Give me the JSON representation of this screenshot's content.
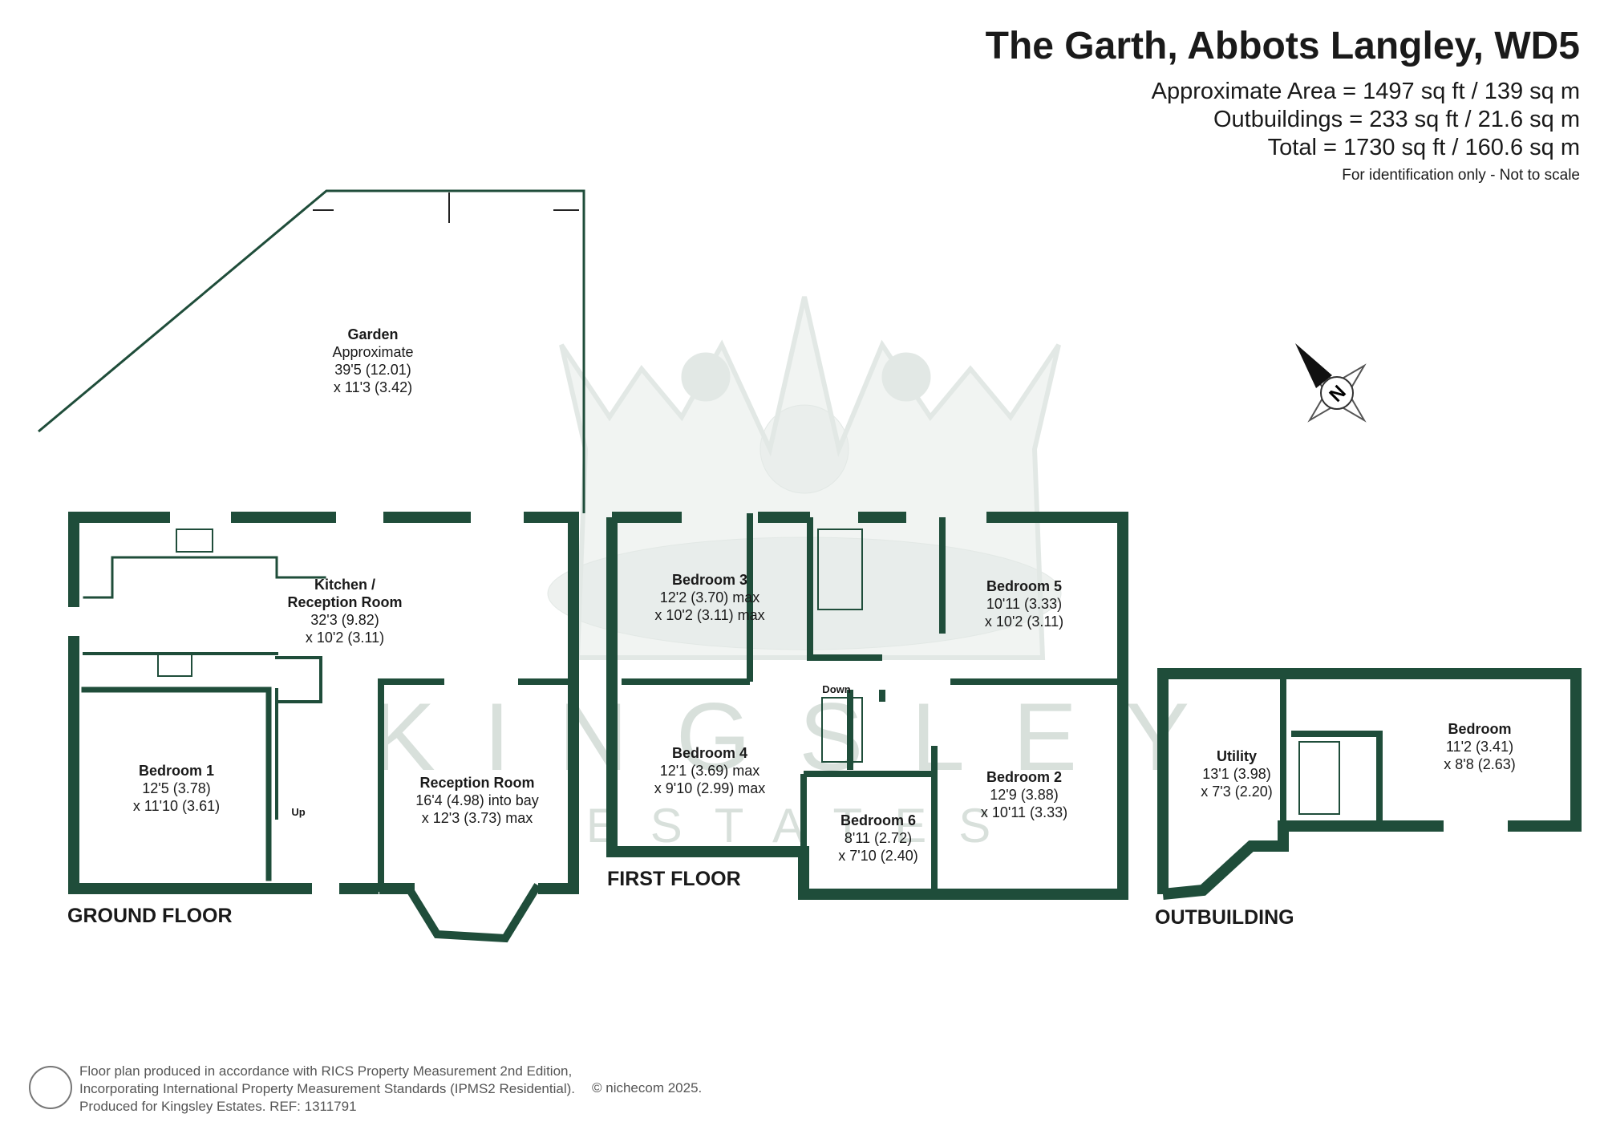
{
  "header": {
    "title": "The Garth, Abbots Langley, WD5",
    "approx_area": "Approximate Area = 1497 sq ft / 139 sq m",
    "outbuildings": "Outbuildings = 233 sq ft / 21.6 sq m",
    "total": "Total = 1730 sq ft / 160.6 sq m",
    "note": "For identification only - Not to scale"
  },
  "floors": {
    "ground": "GROUND FLOOR",
    "first": "FIRST FLOOR",
    "outbuilding": "OUTBUILDING"
  },
  "rooms": {
    "garden": {
      "name": "Garden",
      "l1": "Approximate",
      "l2": "39'5 (12.01)",
      "l3": "x 11'3 (3.42)"
    },
    "kitchen": {
      "name": "Kitchen /",
      "name2": "Reception Room",
      "l1": "32'3 (9.82)",
      "l2": "x 10'2 (3.11)"
    },
    "bedroom1": {
      "name": "Bedroom 1",
      "l1": "12'5 (3.78)",
      "l2": "x 11'10 (3.61)"
    },
    "reception": {
      "name": "Reception Room",
      "l1": "16'4 (4.98) into bay",
      "l2": "x 12'3 (3.73) max"
    },
    "bedroom3": {
      "name": "Bedroom 3",
      "l1": "12'2 (3.70) max",
      "l2": "x 10'2 (3.11) max"
    },
    "bedroom5": {
      "name": "Bedroom 5",
      "l1": "10'11 (3.33)",
      "l2": "x 10'2 (3.11)"
    },
    "bedroom4": {
      "name": "Bedroom 4",
      "l1": "12'1 (3.69) max",
      "l2": "x 9'10 (2.99) max"
    },
    "bedroom2": {
      "name": "Bedroom 2",
      "l1": "12'9 (3.88)",
      "l2": "x 10'11 (3.33)"
    },
    "bedroom6": {
      "name": "Bedroom 6",
      "l1": "8'11 (2.72)",
      "l2": "x 7'10 (2.40)"
    },
    "utility": {
      "name": "Utility",
      "l1": "13'1 (3.98)",
      "l2": "x 7'3 (2.20)"
    },
    "bedroom_out": {
      "name": "Bedroom",
      "l1": "11'2 (3.41)",
      "l2": "x 8'8 (2.63)"
    }
  },
  "stairs": {
    "up": "Up",
    "down": "Down"
  },
  "compass": {
    "label": "N"
  },
  "footer": {
    "line1": "Floor plan produced in accordance with RICS Property Measurement 2nd Edition,",
    "line2": "Incorporating International Property Measurement Standards (IPMS2 Residential).",
    "line3": "Produced for Kingsley Estates.   REF:  1311791",
    "copyright": "© nichecom 2025."
  },
  "watermark": {
    "text": "KINGSLEY",
    "sub": "ESTATES"
  },
  "colors": {
    "wall": "#1f4d3a",
    "watermark": "#7f9a8c",
    "text": "#1a1a1a"
  }
}
